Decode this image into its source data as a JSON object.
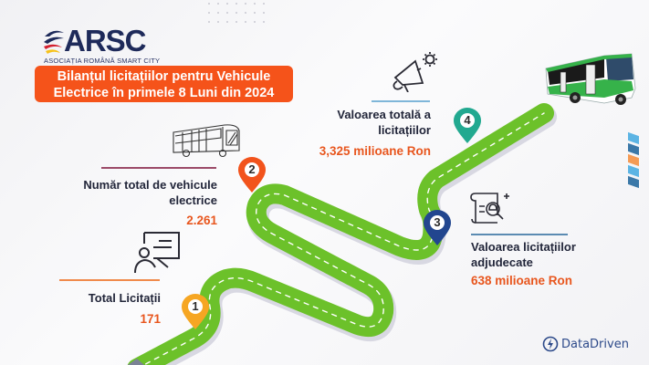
{
  "logo": {
    "name": "ARSC",
    "subtitle": "ASOCIAȚIA ROMÂNĂ SMART CITY",
    "colors": {
      "navy": "#1e2a5a",
      "red": "#d3202f",
      "yellow": "#f6c21a"
    }
  },
  "title": {
    "line1": "Bilanțul licitațiilor pentru Vehicule",
    "line2": "Electrice în primele 8 Luni din 2024",
    "background": "#f5531a"
  },
  "milestones": [
    {
      "number": "1",
      "label": "Total Licitații",
      "value": "171",
      "pin_color": "#f6a623",
      "rule_color": "#f08a4b",
      "icon": "presenter-icon"
    },
    {
      "number": "2",
      "label_line1": "Număr total de vehicule",
      "label_line2": "electrice",
      "value": "2.261",
      "pin_color": "#f2531c",
      "rule_color": "#9b4a68",
      "icon": "bus-outline-icon"
    },
    {
      "number": "3",
      "label_line1": "Valoarea licitațiilor",
      "label_line2": "adjudecate",
      "value": "638 milioane Ron",
      "pin_color": "#22468f",
      "rule_color": "#5b8bb2",
      "icon": "document-search-icon"
    },
    {
      "number": "4",
      "label_line1": "Valoarea totală a",
      "label_line2": "licitațiilor",
      "value": "3,325 milioane Ron",
      "pin_color": "#22a990",
      "rule_color": "#7fb6d9",
      "icon": "megaphone-gear-icon"
    }
  ],
  "road": {
    "color": "#6cc12a",
    "edge": "#d9d9e2",
    "dash": "#ffffff"
  },
  "footer": {
    "brand": "DataDriven",
    "brand_color": "#2d4a8a"
  },
  "accent_value_color": "#e8561e"
}
